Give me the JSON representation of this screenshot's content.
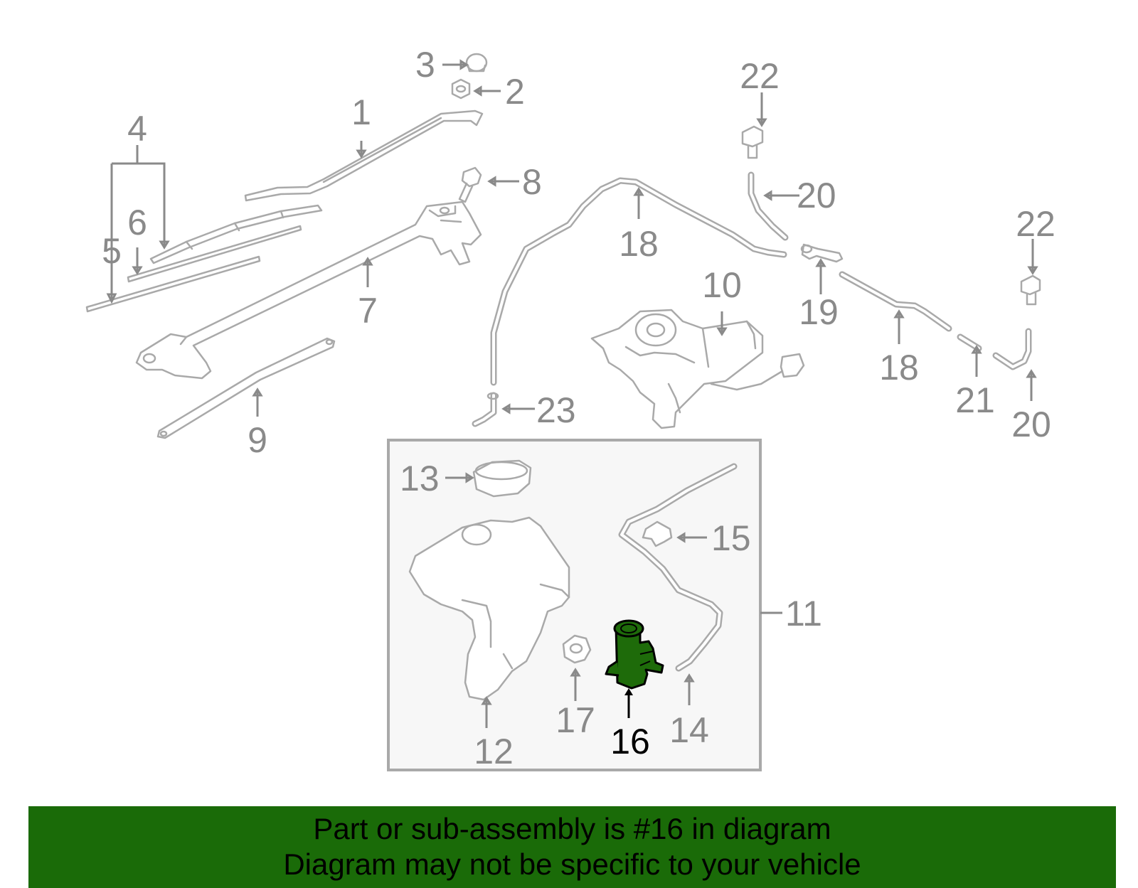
{
  "diagram": {
    "labels": [
      {
        "id": "1",
        "text": "1"
      },
      {
        "id": "2",
        "text": "2"
      },
      {
        "id": "3",
        "text": "3"
      },
      {
        "id": "4",
        "text": "4"
      },
      {
        "id": "5",
        "text": "5"
      },
      {
        "id": "6",
        "text": "6"
      },
      {
        "id": "7",
        "text": "7"
      },
      {
        "id": "8",
        "text": "8"
      },
      {
        "id": "9",
        "text": "9"
      },
      {
        "id": "10",
        "text": "10"
      },
      {
        "id": "11",
        "text": "11"
      },
      {
        "id": "12",
        "text": "12"
      },
      {
        "id": "13",
        "text": "13"
      },
      {
        "id": "14",
        "text": "14"
      },
      {
        "id": "15",
        "text": "15"
      },
      {
        "id": "16",
        "text": "16"
      },
      {
        "id": "17",
        "text": "17"
      },
      {
        "id": "18a",
        "text": "18"
      },
      {
        "id": "18b",
        "text": "18"
      },
      {
        "id": "19",
        "text": "19"
      },
      {
        "id": "20a",
        "text": "20"
      },
      {
        "id": "20b",
        "text": "20"
      },
      {
        "id": "21",
        "text": "21"
      },
      {
        "id": "22a",
        "text": "22"
      },
      {
        "id": "22b",
        "text": "22"
      },
      {
        "id": "23",
        "text": "23"
      }
    ],
    "highlighted_part": "16",
    "colors": {
      "highlight": "#1e6b0a",
      "banner": "#1a6b08",
      "part_stroke": "#a9a9a9",
      "label": "#8a8a8a",
      "box_fill": "#f7f7f7"
    }
  },
  "banner": {
    "line1": "Part or sub-assembly is #16 in diagram",
    "line2": "Diagram may not be specific to your vehicle"
  }
}
